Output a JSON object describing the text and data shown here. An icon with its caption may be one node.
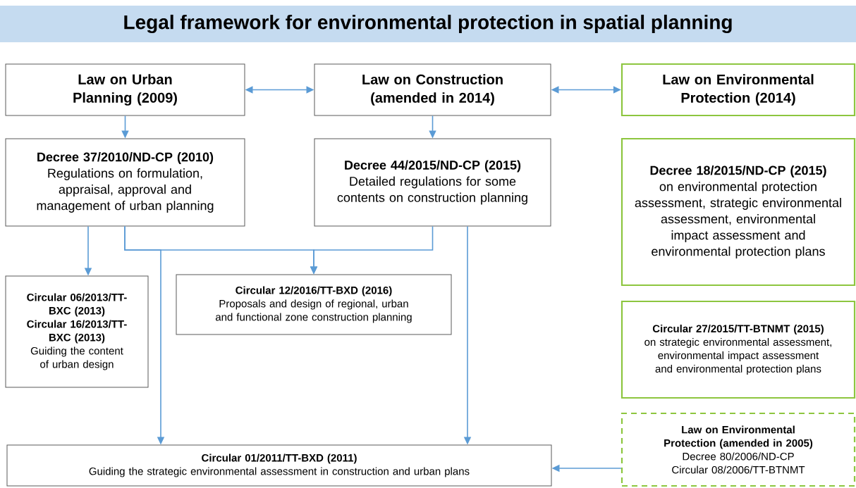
{
  "diagram": {
    "title": "Legal framework for environmental protection in spatial planning",
    "nodes": [
      {
        "text": [
          "Law on Urban Planning (2009)"
        ]
      },
      {
        "text": [
          "Law on Construction (amended in 2014)"
        ]
      },
      {
        "text": [
          "Law on Environmental Protection (2014)"
        ]
      },
      {
        "text": [
          "Decree 37/2010/ND-CP (2010)",
          "Regulations on formulation, appraisal, approval and management of urban planning"
        ]
      },
      {
        "text": [
          "Decree 44/2015/ND-CP (2015)",
          "Detailed regulations for some contents on construction planning"
        ]
      },
      {
        "text": [
          "Decree 18/2015/ND-CP (2015)",
          "on environmental protection assessment, strategic environmental assessment, environmental impact assessment and environmental protection plans"
        ]
      },
      {
        "text": [
          "Circular 06/2013/TT-BXC (2013)",
          "Circular 16/2013/TT-BXC (2013)",
          "Guiding the content of urban design"
        ]
      },
      {
        "text": [
          "Circular 12/2016/TT-BXD (2016)",
          "Proposals and design of regional, urban and functional zone construction planning"
        ]
      },
      {
        "text": [
          "Circular 27/2015/TT-BTNMT (2015)",
          "on strategic environmental assessment, environmental impact assessment and environmental protection plans"
        ]
      },
      {
        "text": [
          "Law on Environmental Protection (amended in 2005)",
          "Decree 80/2006/ND-CP",
          "Circular 08/2006/TT-BTNMT"
        ]
      },
      {
        "text": [
          "Circular 01/2011/TT-BXD (2011)",
          "Guiding the strategic environmental assessment in construction and urban plans"
        ]
      }
    ],
    "edges": [
      {
        "from": 0,
        "to": 1,
        "arrow": "both"
      },
      {
        "from": 1,
        "to": 2,
        "arrow": "both"
      },
      {
        "from": 0,
        "to": 3,
        "arrow": "to"
      },
      {
        "from": 1,
        "to": 4,
        "arrow": "to"
      },
      {
        "from": 3,
        "to": 6,
        "arrow": "to"
      },
      {
        "from": 3,
        "to": 7,
        "arrow": "to"
      },
      {
        "from": 4,
        "to": 7,
        "arrow": "to"
      },
      {
        "from": 3,
        "to": 10,
        "arrow": "to"
      },
      {
        "from": 4,
        "to": 10,
        "arrow": "to"
      },
      {
        "from": 9,
        "to": 10,
        "arrow": "to"
      }
    ]
  }
}
